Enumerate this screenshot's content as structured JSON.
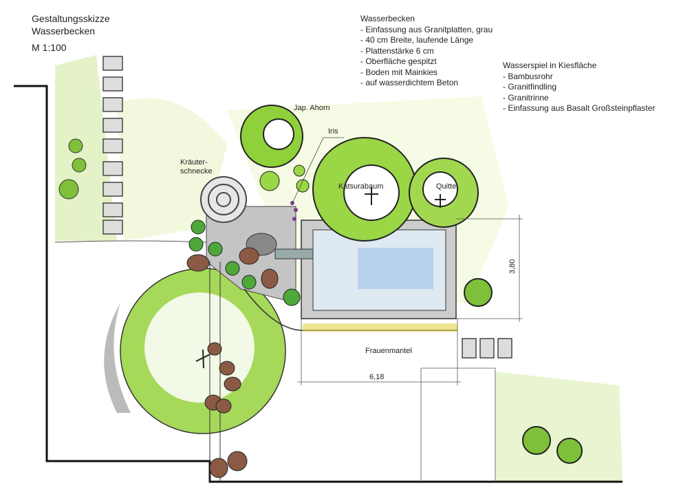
{
  "title": {
    "line1": "Gestaltungsskizze",
    "line2": "Wasserbecken",
    "scale": "M   1:100"
  },
  "notes_pool": {
    "heading": "Wasserbecken",
    "items": [
      "- Einfassung aus Granitplatten, grau",
      "- 40 cm Breite, laufende Länge",
      "- Plattenstärke 6 cm",
      "- Oberfläche gespitzt",
      "- Boden mit Mainkies",
      "- auf wasserdichtem Beton"
    ]
  },
  "notes_waterplay": {
    "heading": "Wasserspiel in Kiesfläche",
    "items": [
      "- Bambusrohr",
      "- Granitfindling",
      "- Granitrinne",
      "- Einfassung aus Basalt Großsteinpflaster"
    ]
  },
  "labels": {
    "maple": "Jap. Ahorn",
    "iris": "Iris",
    "herb_spiral_1": "Kräuter-",
    "herb_spiral_2": "schnecke",
    "katsura": "Katsurabaum",
    "quince": "Quitte",
    "lady_mantle": "Frauenmantel",
    "dim_height": "3,80",
    "dim_width": "6,18"
  },
  "colors": {
    "green": "#8fd13a",
    "dark_green": "#3f8f2a",
    "stone": "#b9b9b9",
    "water": "#a8c8e8",
    "brown": "#8a5a44"
  }
}
